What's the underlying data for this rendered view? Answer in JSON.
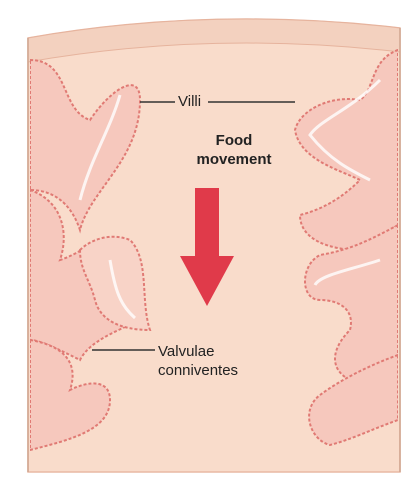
{
  "labels": {
    "villi": "Villi",
    "food_line1": "Food",
    "food_line2": "movement",
    "valvulae_line1": "Valvulae",
    "valvulae_line2": "conniventes"
  },
  "colors": {
    "tissue_fill": "#f6c8bd",
    "tissue_stroke": "#e07a74",
    "lumen": "#f9dccb",
    "arrow": "#e03a4a",
    "wall": "#f3d1bf",
    "background": "#ffffff"
  },
  "icons": {
    "direction": "down-arrow-icon"
  }
}
